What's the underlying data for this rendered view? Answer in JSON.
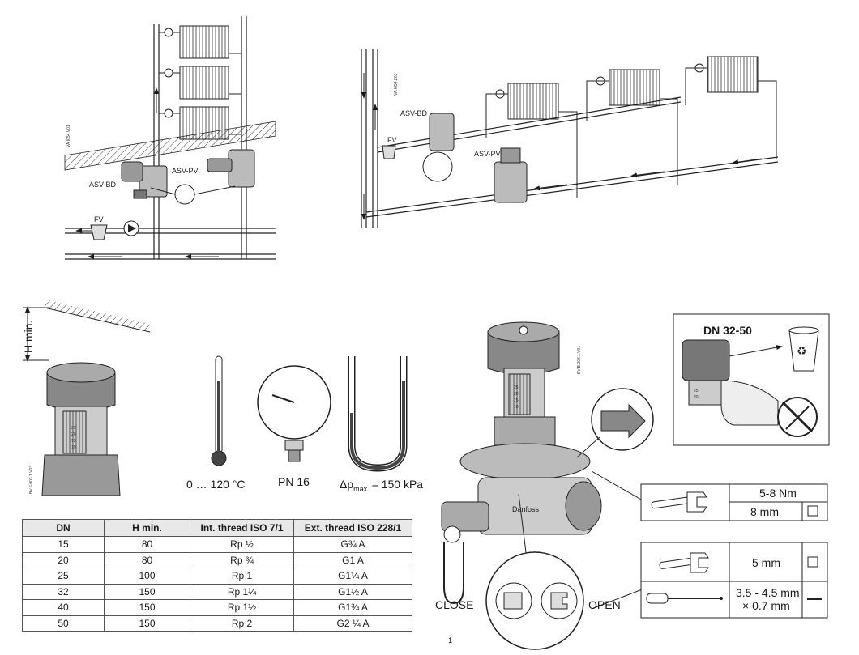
{
  "diagram1": {
    "ref_code": "VA.I054.V01",
    "labels": {
      "asv_bd": "ASV-BD",
      "asv_pv": "ASV-PV",
      "fv": "FV"
    }
  },
  "diagram2": {
    "ref_code": "VA.I054.Z01",
    "labels": {
      "asv_bd": "ASV-BD",
      "asv_pv": "ASV-PV",
      "fv": "FV"
    }
  },
  "hmin": {
    "label": "H min.",
    "ref_code": "BV.S.003.1.V03",
    "scale_marks": [
      "25",
      "20",
      "15",
      "10"
    ]
  },
  "limits": {
    "temperature": "0 … 120 °C",
    "pressure": "PN 16",
    "dp_prefix": "Δp",
    "dp_sub": "max.",
    "dp_value": "= 150 kPa"
  },
  "table": {
    "headers": [
      "DN",
      "H min.",
      "Int. thread ISO 7/1",
      "Ext. thread ISO 228/1"
    ],
    "rows": [
      [
        "15",
        "80",
        "Rp ½",
        "G¾ A"
      ],
      [
        "20",
        "80",
        "Rp ¾",
        "G1 A"
      ],
      [
        "25",
        "100",
        "Rp 1",
        "G1¼ A"
      ],
      [
        "32",
        "150",
        "Rp 1¼",
        "G1½ A"
      ],
      [
        "40",
        "150",
        "Rp 1½",
        "G1¾ A"
      ],
      [
        "50",
        "150",
        "Rp 2",
        "G2 ¼ A"
      ]
    ]
  },
  "valve": {
    "ref_code": "BV.B.008.1.V01",
    "scale_marks": [
      "25",
      "20",
      "15",
      "10"
    ],
    "brand": "Danfoss",
    "close_label": "CLOSE",
    "open_label": "OPEN"
  },
  "dn_box": {
    "title": "DN 32-50",
    "scale_marks": [
      "25",
      "20"
    ]
  },
  "tools1": {
    "torque": "5-8 Nm",
    "wrench_size": "8 mm"
  },
  "tools2": {
    "wrench_size": "5 mm",
    "screwdriver_line1": "3.5 - 4.5 mm",
    "screwdriver_line2": "× 0.7 mm"
  },
  "footer_mark": "1"
}
